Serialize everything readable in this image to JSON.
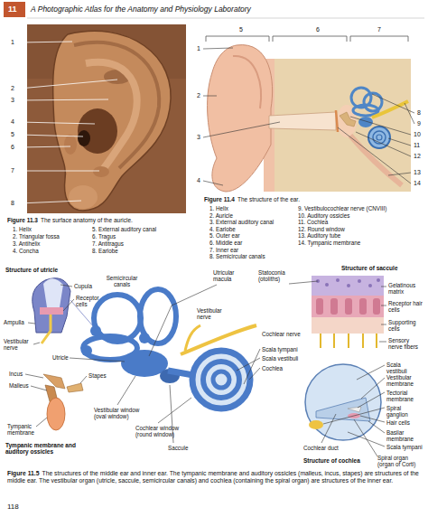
{
  "diagram": {
    "title": "A Photographic Atlas for the Anatomy and Physiology Laboratory",
    "labels": [
      "11",
      "1",
      "2",
      "3",
      "4",
      "5",
      "6",
      "7",
      "8",
      "Figure 11.3",
      "The surface anatomy of the auricle.",
      "1. Helix",
      "2. Triangular fossa",
      "3. Antihelix",
      "4. Concha",
      "5. External auditory canal",
      "6. Tragus",
      "7. Antitragus",
      "8. Earlobe",
      "1",
      "2",
      "3",
      "4",
      "5",
      "6",
      "7",
      "8",
      "9",
      "10",
      "11",
      "12",
      "13",
      "14",
      "Figure 11.4",
      "The structure of the ear.",
      "1. Helix",
      "2. Auricle",
      "3. External auditory canal",
      "4. Earlobe",
      "5. Outer ear",
      "6. Middle ear",
      "7. Inner ear",
      "8. Semicircular canals",
      "9. Vestibulocochlear nerve (CNVIII)",
      "10. Auditory ossicles",
      "11. Cochlea",
      "12. Round window",
      "13. Auditory tube",
      "14. Tympanic membrane",
      "Structure of utricle",
      "Cupula",
      "Receptor cells",
      "Ampulla",
      "Vestibular nerve",
      "Semicircular canals",
      "Utricle",
      "Incus",
      "Malleus",
      "Stapes",
      "Tympanic membrane",
      "Tympanic membrane and auditory ossicles",
      "Vestibular window (oval window)",
      "Cochlear window (round window)",
      "Saccule",
      "Vestibular nerve",
      "Utricular macula",
      "Statoconia (otoliths)",
      "Structure of saccule",
      "Gelatinous matrix",
      "Receptor hair cells",
      "Supporting cells",
      "Sensory nerve fibers",
      "Cochlear nerve",
      "Scala tympani",
      "Scala vestibuli",
      "Cochlea",
      "Structure of cochlea",
      "Scala vestibuli",
      "Vestibular membrane",
      "Tectorial membrane",
      "Spiral ganglion",
      "Hair cells",
      "Basilar membrane",
      "Scala tympani",
      "Cochlear duct",
      "Spiral organ (organ of Corti)",
      "Figure 11.5",
      "The structures of the middle ear and inner ear. The tympanic membrane and auditory ossicles (malleus, incus, stapes) are structures of the middle ear. The vestibular organ (utricle, saccule, semicircular canals) and cochlea (containing the spiral organ) are structures of the inner ear.",
      "118"
    ]
  }
}
